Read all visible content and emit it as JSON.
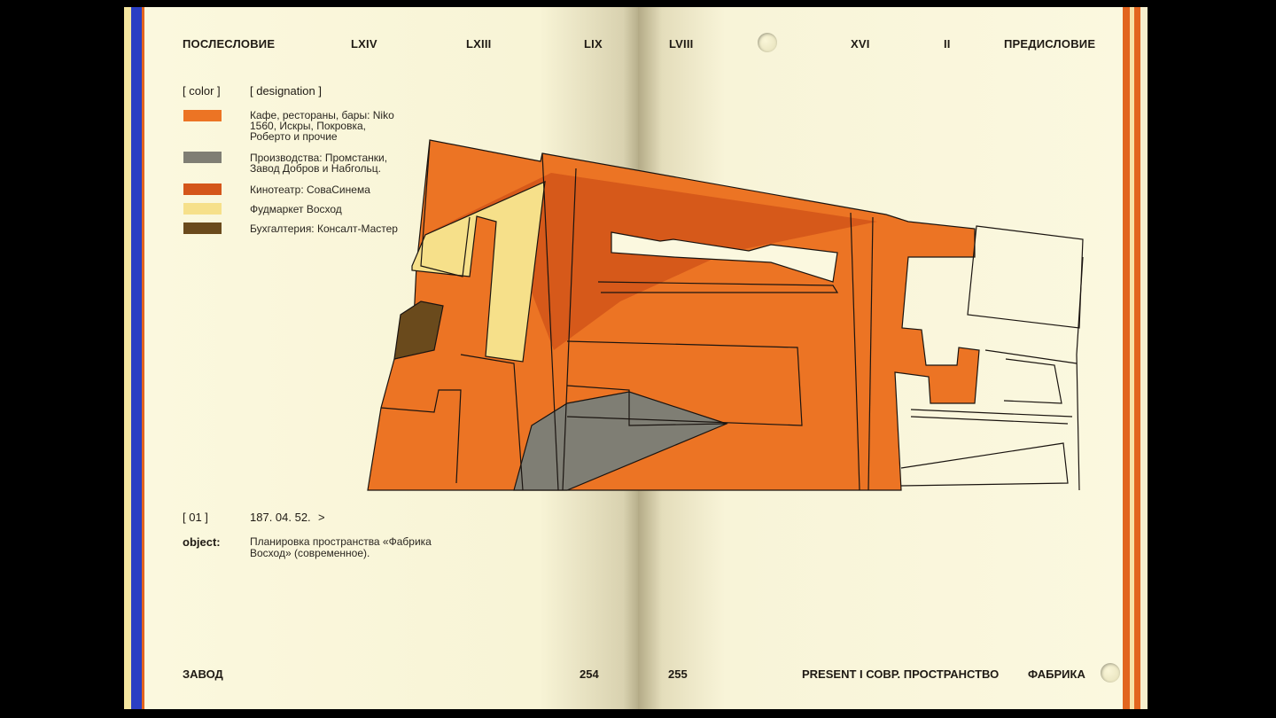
{
  "header": {
    "items": [
      "ПОСЛЕСЛОВИЕ",
      "LXIV",
      "LXIII",
      "LIX",
      "LVIII",
      "XVI",
      "II",
      "ПРЕДИСЛОВИЕ"
    ]
  },
  "legend": {
    "color_header": "[ color ]",
    "designation_header": "[ designation ]",
    "items": [
      {
        "color": "#ec7424",
        "label": "Кафе, рестораны, бары: Niko 1560, Искры, Покровка, Роберто и прочие"
      },
      {
        "color": "#7f7e74",
        "label": "Производства: Промстанки, Завод Добров и Набгольц."
      },
      {
        "color": "#d4561a",
        "label": "Кинотеатр: СоваСинема"
      },
      {
        "color": "#f6e08a",
        "label": "Фудмаркет Восход"
      },
      {
        "color": "#6a4a1c",
        "label": "Бухгалтерия: Консалт-Мастер"
      }
    ]
  },
  "meta": {
    "index": "[ 01 ]",
    "code": "187. 04. 52.",
    "arrow": ">",
    "object_label": "object:",
    "object_text": "Планировка пространства «Фабрика Восход» (современное)."
  },
  "footer": {
    "left_title": "ЗАВОД",
    "page_left": "254",
    "page_right": "255",
    "right_section": "PRESENT I СОВР. ПРОСТРАНСТВО",
    "right_title": "ФАБРИКА"
  },
  "colors": {
    "spine_blue": "#2b3fc4",
    "edge_orange": "#e2651f",
    "page": "#fbf8df"
  }
}
